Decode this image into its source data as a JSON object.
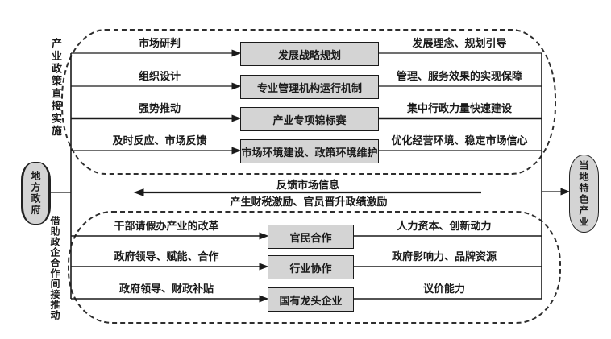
{
  "diagram": {
    "left_node": "地方政府",
    "right_node": "当地特色产业",
    "top_group": {
      "side_label": "产业政策直接实施",
      "rows": [
        {
          "left_label": "市场研判",
          "box": "发展战略规划",
          "right_label": "发展理念、规划引导"
        },
        {
          "left_label": "组织设计",
          "box": "专业管理机构运行机制",
          "right_label": "管理、服务效果的实现保障"
        },
        {
          "left_label": "强势推动",
          "box": "产业专项锦标赛",
          "right_label": "集中行政力量快速建设"
        },
        {
          "left_label": "及时反应、市场反馈",
          "box": "市场环境建设、政策环境维护",
          "right_label": "优化经营环境、稳定市场信心"
        }
      ]
    },
    "feedback": {
      "top_label": "反馈市场信息",
      "bottom_label": "产生财税激励、官员晋升政绩激励"
    },
    "bottom_group": {
      "side_label": "借助政企合作间接推动",
      "rows": [
        {
          "left_label": "干部请假办产业的改革",
          "box": "官民合作",
          "right_label": "人力资本、创新动力"
        },
        {
          "left_label": "政府领导、赋能、合作",
          "box": "行业协作",
          "right_label": "政府影响力、品牌资源"
        },
        {
          "left_label": "政府领导、财政补贴",
          "box": "国有龙头企业",
          "right_label": "议价能力"
        }
      ]
    },
    "colors": {
      "box_fill": "#d4d4d4",
      "node_fill": "#d4d4d4",
      "line": "#1a1a1a"
    }
  }
}
